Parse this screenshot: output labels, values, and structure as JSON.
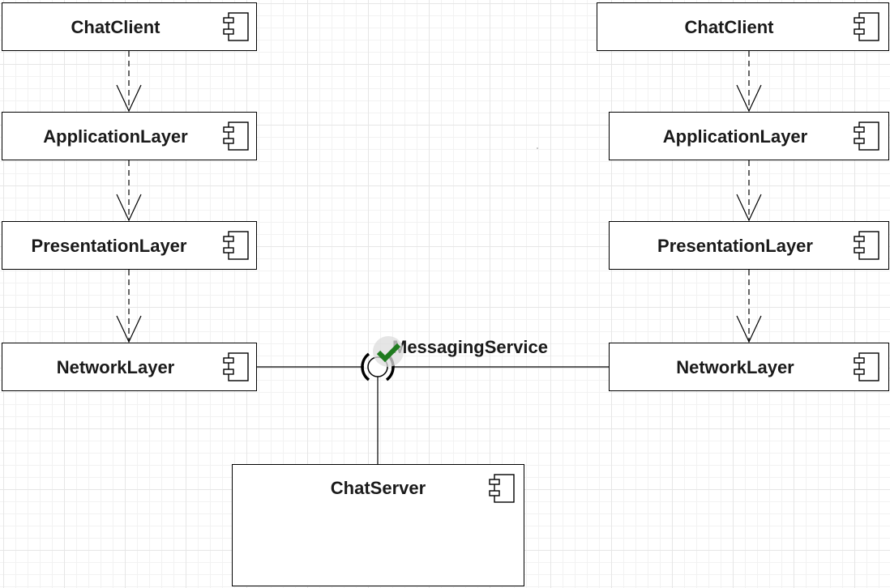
{
  "diagram": {
    "left_stack": [
      {
        "label": "ChatClient"
      },
      {
        "label": "ApplicationLayer"
      },
      {
        "label": "PresentationLayer"
      },
      {
        "label": "NetworkLayer"
      }
    ],
    "right_stack": [
      {
        "label": "ChatClient"
      },
      {
        "label": "ApplicationLayer"
      },
      {
        "label": "PresentationLayer"
      },
      {
        "label": "NetworkLayer"
      }
    ],
    "server": {
      "label": "ChatServer"
    },
    "interface": {
      "label": "MessagingService"
    },
    "colors": {
      "line": "#000000",
      "text": "#1a1a1a",
      "check": "#1e7b1e",
      "check_halo": "#dcdcdc",
      "grid": "#e6e6e6"
    },
    "icons": {
      "component": "uml-component-icon",
      "check": "checkmark-icon"
    }
  }
}
